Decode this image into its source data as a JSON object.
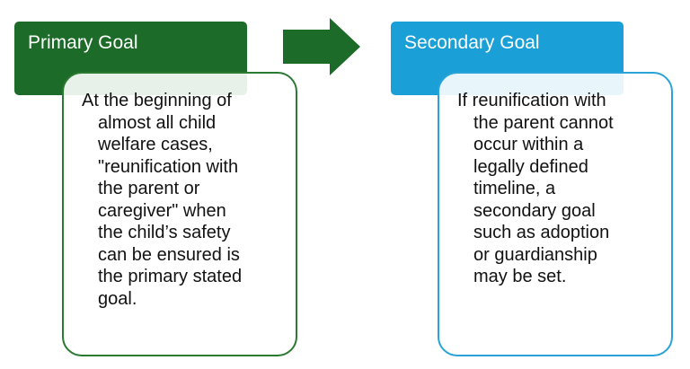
{
  "colors": {
    "primary": "#1d6b28",
    "secondary": "#1a9fd6"
  },
  "primary": {
    "title": "Primary Goal",
    "lines": [
      "At the beginning of",
      "almost all child",
      "welfare cases,",
      "\"reunification with",
      "the parent or",
      "caregiver\" when",
      "the child’s safety",
      "can be ensured is",
      "the primary stated",
      "goal."
    ]
  },
  "secondary": {
    "title": "Secondary Goal",
    "lines": [
      "If reunification with",
      "the parent cannot",
      "occur within a",
      "legally defined",
      "timeline, a",
      "secondary goal",
      "such as adoption",
      "or guardianship",
      "may be set."
    ]
  }
}
